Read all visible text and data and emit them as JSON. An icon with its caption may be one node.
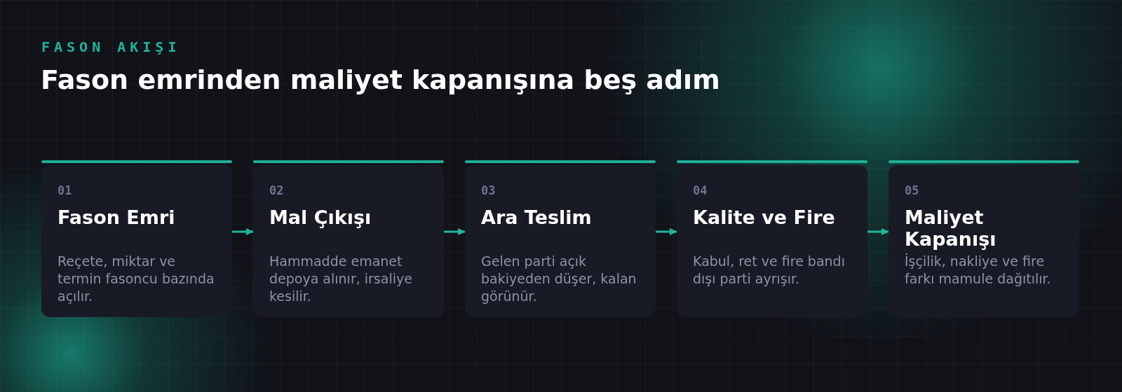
{
  "diagram": {
    "title": "Fason emrinden maliyet kapanışına beş adım",
    "nodes": [
      {
        "text": [
          "01",
          "Fason Emri",
          "Reçete, miktar ve termin fasoncu bazında açılır."
        ]
      },
      {
        "text": [
          "02",
          "Mal Çıkışı",
          "Hammadde emanet depoya alınır, irsaliye kesilir."
        ]
      },
      {
        "text": [
          "03",
          "Ara Teslim",
          "Gelen parti açık bakiyeden düşer, kalan görünür."
        ]
      },
      {
        "text": [
          "04",
          "Kalite ve Fire",
          "Kabul, ret ve fire bandı dışı parti ayrışır."
        ]
      },
      {
        "text": [
          "05",
          "Maliyet Kapanışı",
          "İşçilik, nakliye ve fire farkı mamule dağıtılır."
        ]
      }
    ],
    "edges": [
      {
        "from": 0,
        "to": 1,
        "arrow": "to"
      },
      {
        "from": 1,
        "to": 2,
        "arrow": "to"
      },
      {
        "from": 2,
        "to": 3,
        "arrow": "to"
      },
      {
        "from": 3,
        "to": 4,
        "arrow": "to"
      }
    ],
    "labels": [
      "FASON AKIŞI"
    ]
  }
}
